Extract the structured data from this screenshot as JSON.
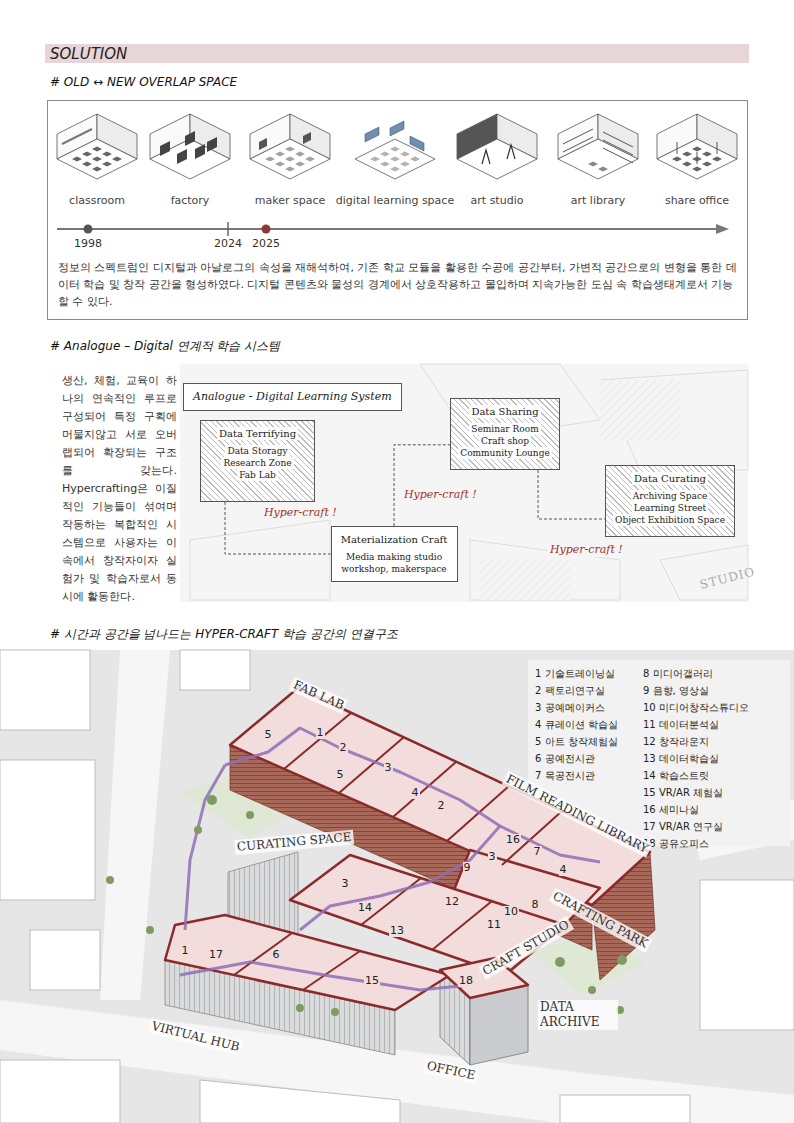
{
  "diagram": {
    "title": "SOLUTION",
    "nodes": [
      {
        "text": [
          "정보의 스펙트럼인 디지털과 아날로그의 속성을 재해석하여, 기존 학교 모듈을 활용한 수공에 공간부터, 가변적 공간으로의 변형을 통한 데이터 학습 및 창작 공간을 형성하였다. 디지털 콘텐츠와 물성의 경계에서 상호작용하고 몰입하며 지속가능한 도심 속 학습생태계로서 기능할 수 있다."
        ]
      },
      {
        "text": [
          "Analogue - Digital Learning System"
        ]
      },
      {
        "text": [
          "Data Terrifying",
          "Data Storagy",
          "Research Zone",
          "Fab Lab"
        ]
      },
      {
        "text": [
          "Materialization Craft",
          "Media making studio",
          "workshop, makerspace"
        ]
      },
      {
        "text": [
          "Data Sharing",
          "Seminar Room",
          "Craft shop",
          "Community Lounge"
        ]
      },
      {
        "text": [
          "Data Curating",
          "Archiving Space",
          "Learning Street",
          "Object Exhibition Space"
        ]
      }
    ],
    "edges": [
      {
        "from": 2,
        "to": 3,
        "label": "Hyper-craft !",
        "arrow": "none"
      },
      {
        "from": 3,
        "to": 4,
        "label": "Hyper-craft !",
        "arrow": "none"
      },
      {
        "from": 4,
        "to": 5,
        "label": "Hyper-craft !",
        "arrow": "none"
      }
    ],
    "labels": [
      "# OLD ↔ NEW OVERLAP SPACE",
      "classroom",
      "factory",
      "maker space",
      "digital learning space",
      "art studio",
      "art library",
      "share office",
      "1998",
      "2024",
      "2025",
      "# Analogue – Digital 연계적 학습 시스템",
      "생산, 체험, 교육이 하나의 연속적인 루프로 구성되어 특정 구획에 머물지않고 서로 오버랩되어 확장되는 구조를 갖는다. Hypercrafting은 이질적인 기능들이 섞여며 작동하는 복합적인 시스템으로 사용자는 이 속에서 창작자이자 실험가 및 학습자로서 동시에 활동한다.",
      "STUDIO",
      "# 시간과 공간을 넘나드는 HYPER-CRAFT 학습 공간의 연결구조",
      "1 기술트레이닝실",
      "2 팩토리연구실",
      "3 공예메이커스",
      "4 큐레이션 학습실",
      "5 아트 창작체험실",
      "6 공예전시관",
      "7 목공전시관",
      "8 미디어갤러리",
      "9 음향, 영상실",
      "10 미디어창작스튜디오",
      "11 데이터분석실",
      "12 창작라운지",
      "13 데이터학습실",
      "14 학습스트릿",
      "15 VR/AR 체험실",
      "16 세미나실",
      "17 VR/AR 연구실",
      "18 공유오피스",
      "FAB LAB",
      "FILM READING LIBRARY",
      "CURATING SPACE",
      "CRAFT STUDIO",
      "CRAFTING PARK",
      "DATA ARCHIVE",
      "VIRTUAL HUB",
      "OFFICE",
      "5",
      "1",
      "2",
      "5",
      "3",
      "4",
      "2",
      "16",
      "7",
      "3",
      "9",
      "4",
      "8",
      "3",
      "12",
      "14",
      "10",
      "11",
      "13",
      "1",
      "17",
      "6",
      "15",
      "18"
    ]
  }
}
